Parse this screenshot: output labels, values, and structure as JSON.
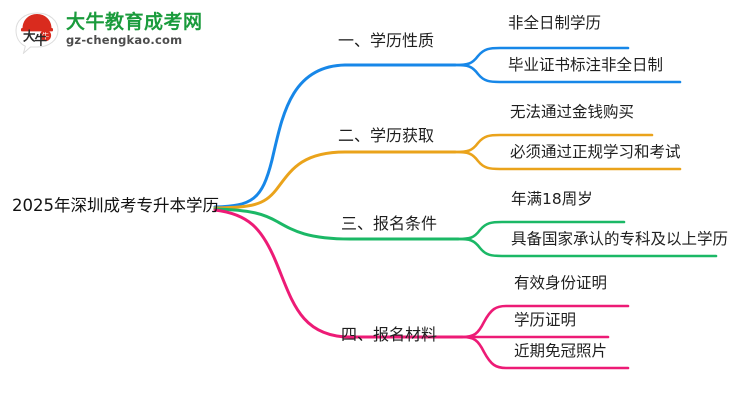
{
  "logo": {
    "mark_text": "大牛",
    "brand_name": "大牛教育成考网",
    "url": "gz-chengkao.com",
    "brand_color": "#1a9b3c",
    "mark_color": "#d92b1e"
  },
  "mindmap": {
    "center": {
      "label": "2025年深圳成考专升本学历"
    },
    "branches": [
      {
        "label": "一、学历性质",
        "color": "#1787e8",
        "leaves": [
          {
            "label": "非全日制学历"
          },
          {
            "label": "毕业证书标注非全日制"
          }
        ]
      },
      {
        "label": "二、学历获取",
        "color": "#eaa31b",
        "leaves": [
          {
            "label": "无法通过金钱购买"
          },
          {
            "label": "必须通过正规学习和考试"
          }
        ]
      },
      {
        "label": "三、报名条件",
        "color": "#1bb866",
        "leaves": [
          {
            "label": "年满18周岁"
          },
          {
            "label": "具备国家承认的专科及以上学历"
          }
        ]
      },
      {
        "label": "四、报名材料",
        "color": "#ed1b76",
        "leaves": [
          {
            "label": "有效身份证明"
          },
          {
            "label": "学历证明"
          },
          {
            "label": "近期免冠照片"
          }
        ]
      }
    ]
  }
}
